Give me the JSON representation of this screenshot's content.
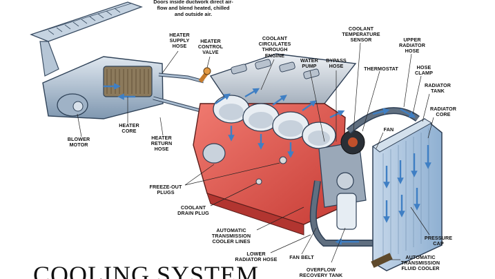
{
  "top_note": "Doors inside ductwork direct air-\nflow and blend heated, chilled\nand outside air.",
  "title": "COOLING SYSTEM",
  "labels": {
    "heater_supply_hose": "HEATER\nSUPPLY\nHOSE",
    "heater_control_valve": "HEATER\nCONTROL\nVALVE",
    "coolant_circulates": "COOLANT\nCIRCULATES\nTHROUGH\nENGINE",
    "water_pump": "WATER\nPUMP",
    "bypass_hose": "BYPASS\nHOSE",
    "coolant_temp_sensor": "COOLANT\nTEMPERATURE\nSENSOR",
    "upper_radiator_hose": "UPPER\nRADIATOR\nHOSE",
    "thermostat": "THERMOSTAT",
    "hose_clamp": "HOSE\nCLAMP",
    "radiator_tank": "RADIATOR\nTANK",
    "radiator_core": "RADIATOR\nCORE",
    "blower_motor": "BLOWER\nMOTOR",
    "heater_core": "HEATER\nCORE",
    "heater_return_hose": "HEATER\nRETURN\nHOSE",
    "fan": "FAN",
    "freeze_out_plugs": "FREEZE-OUT\nPLUGS",
    "coolant_drain_plug": "COOLANT\nDRAIN PLUG",
    "auto_trans_cooler_lines": "AUTOMATIC\nTRANSMISSION\nCOOLER LINES",
    "lower_radiator_hose": "LOWER\nRADIATOR HOSE",
    "fan_belt": "FAN BELT",
    "overflow_recovery_tank": "OVERFLOW\nRECOVERY TANK",
    "pressure_cap": "PRESSURE\nCAP",
    "auto_trans_fluid_cooler": "AUTOMATIC\nTRANSMISSION\nFLUID COOLER"
  },
  "colors": {
    "engine_block": "#e8554c",
    "engine_head": "#c8cfd8",
    "radiator": "#a9c4df",
    "flow_arrows": "#3f7fc4",
    "duct": "#8fa6bf"
  }
}
